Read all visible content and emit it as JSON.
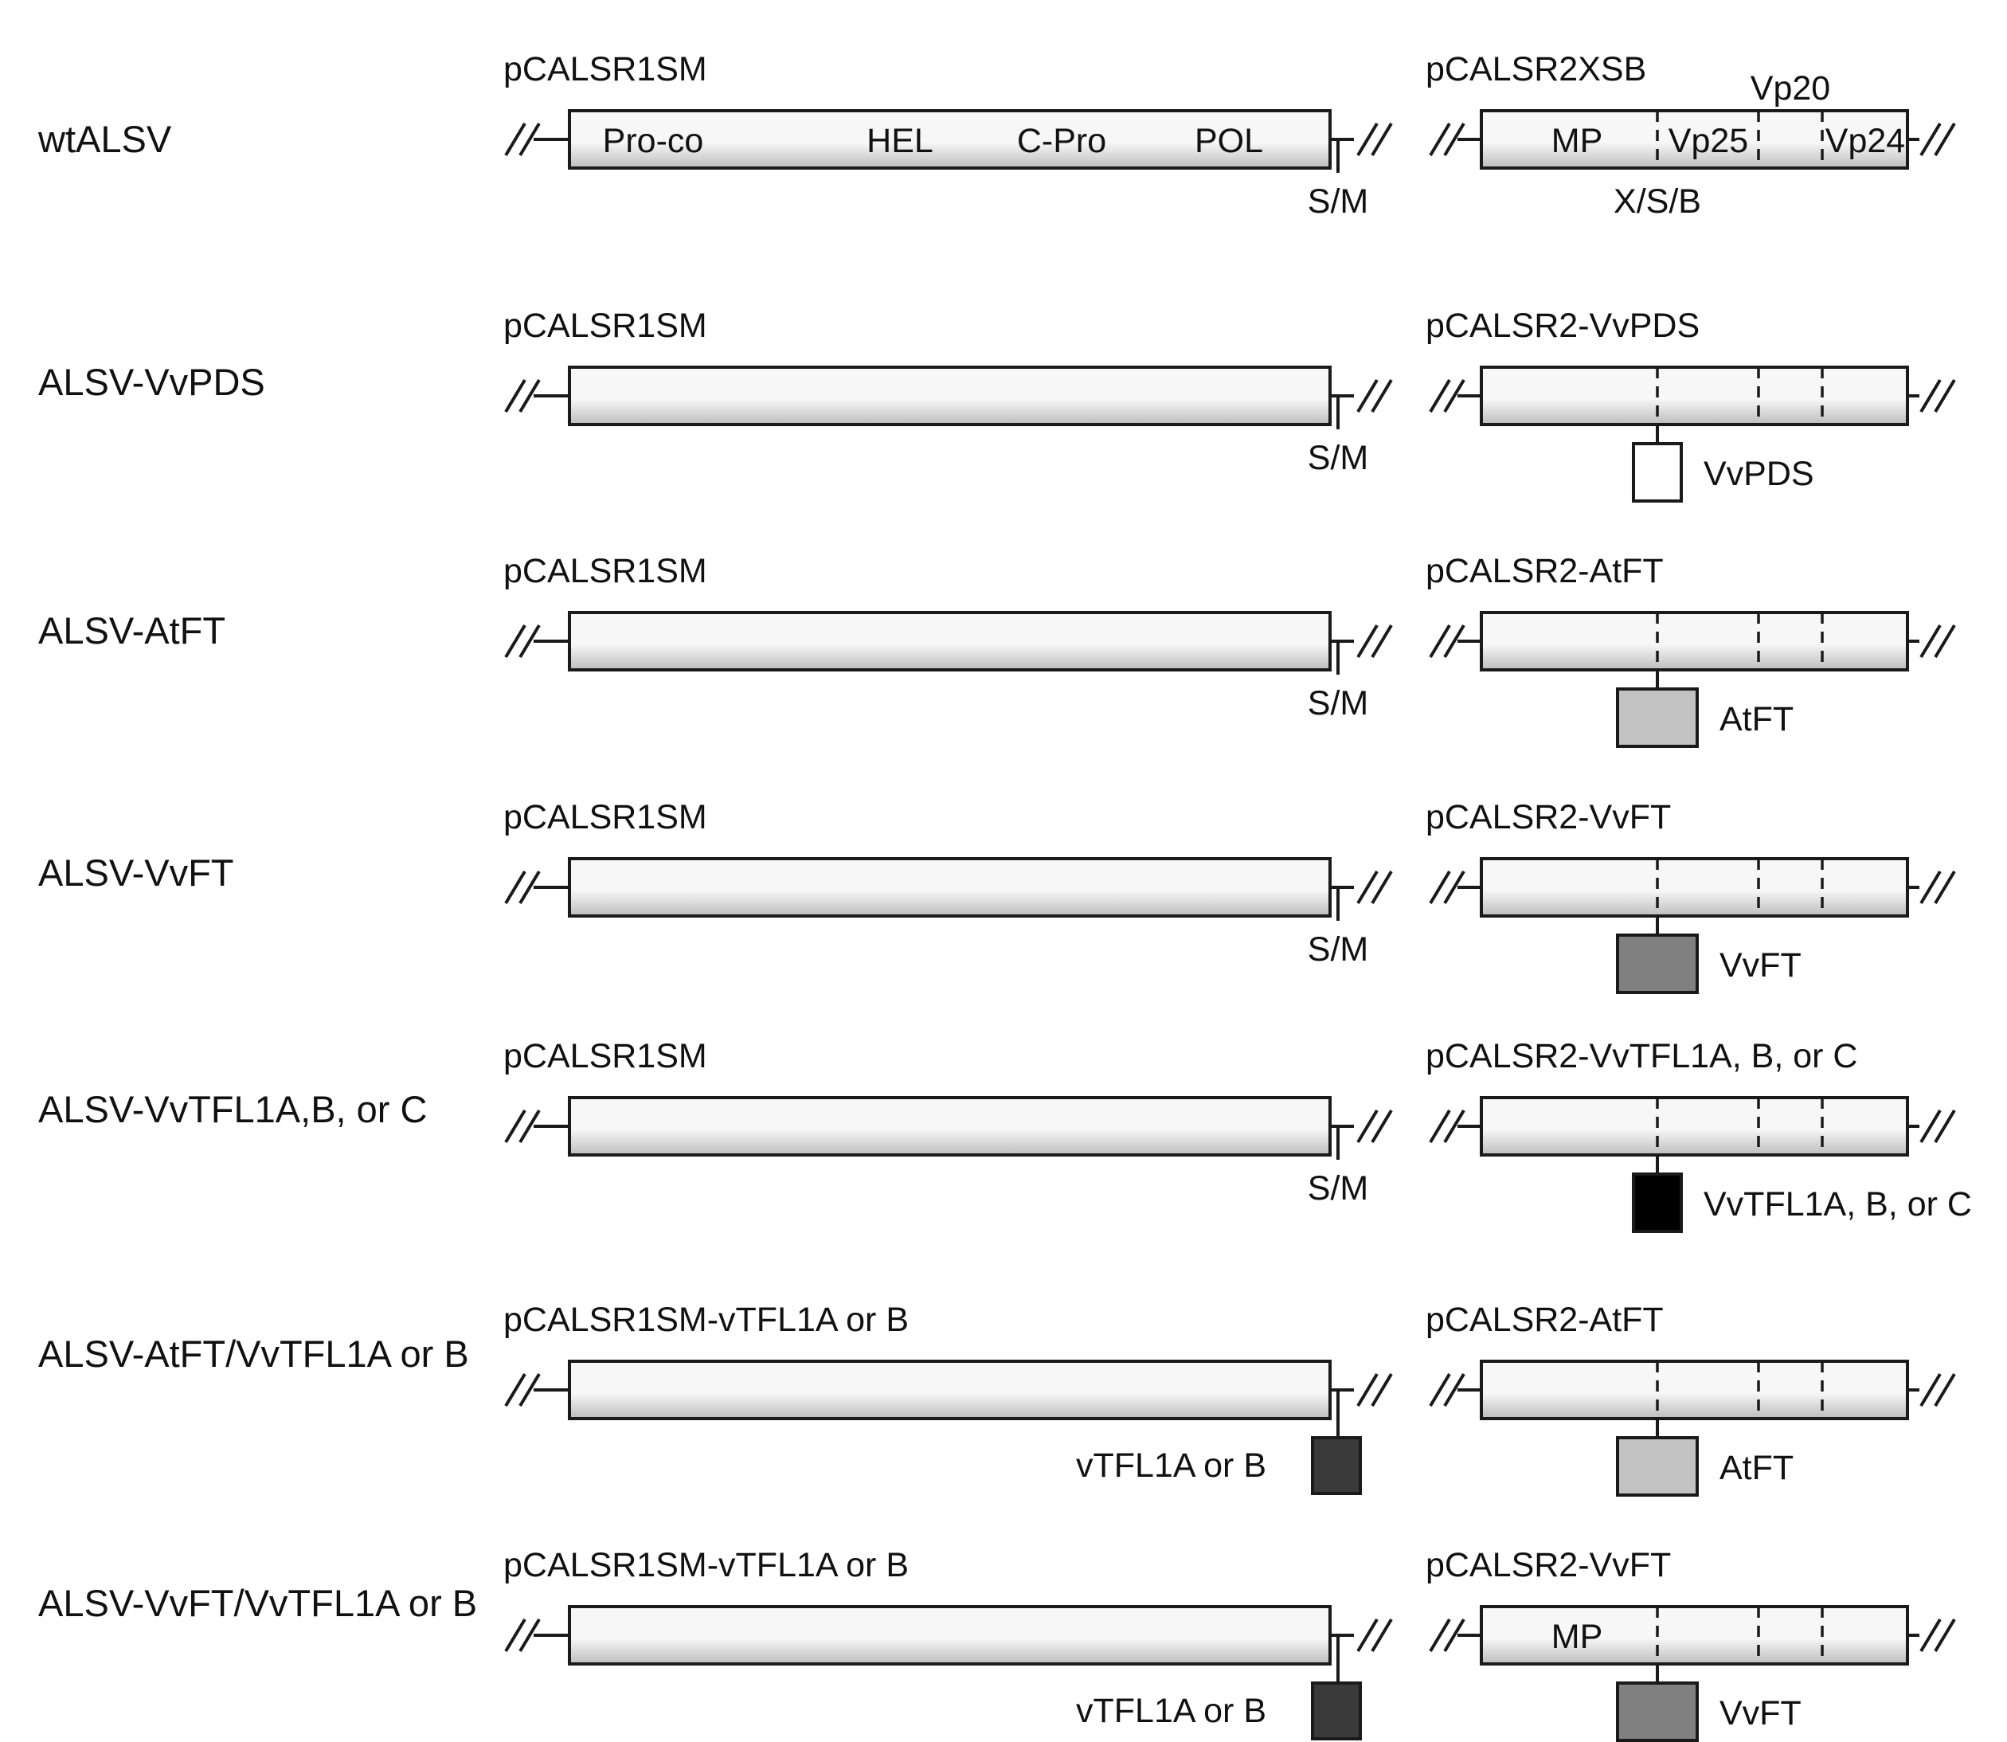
{
  "colors": {
    "insert_vvpds": "#ffffff",
    "insert_atft": "#c2c2c2",
    "insert_vvft": "#808080",
    "insert_vvtfl1": "#000000",
    "insert_vtfl1_rna1": "#3a3a3a",
    "bar_light": "#f7f7f7",
    "bar_dark": "#bdbdbd"
  },
  "rows": [
    {
      "label": "wtALSV",
      "rna1": {
        "plasmid": "pCALSR1SM",
        "domains": [
          "Pro-co",
          "HEL",
          "C-Pro",
          "POL"
        ],
        "site_label": "S/M",
        "insert": null
      },
      "rna2": {
        "plasmid": "pCALSR2XSB",
        "domains": [
          "MP",
          "Vp25",
          "Vp24"
        ],
        "extra_label": "Vp20",
        "site_label": "X/S/B",
        "insert": null
      }
    },
    {
      "label": "ALSV-VvPDS",
      "rna1": {
        "plasmid": "pCALSR1SM",
        "site_label": "S/M",
        "insert": null
      },
      "rna2": {
        "plasmid": "pCALSR2-VvPDS",
        "insert": {
          "label": "VvPDS",
          "color": "insert_vvpds"
        }
      }
    },
    {
      "label": "ALSV-AtFT",
      "rna1": {
        "plasmid": "pCALSR1SM",
        "site_label": "S/M",
        "insert": null
      },
      "rna2": {
        "plasmid": "pCALSR2-AtFT",
        "insert": {
          "label": "AtFT",
          "color": "insert_atft"
        }
      }
    },
    {
      "label": "ALSV-VvFT",
      "rna1": {
        "plasmid": "pCALSR1SM",
        "site_label": "S/M",
        "insert": null
      },
      "rna2": {
        "plasmid": "pCALSR2-VvFT",
        "insert": {
          "label": "VvFT",
          "color": "insert_vvft"
        }
      }
    },
    {
      "label": "ALSV-VvTFL1A,B, or C",
      "rna1": {
        "plasmid": "pCALSR1SM",
        "site_label": "S/M",
        "insert": null
      },
      "rna2": {
        "plasmid": "pCALSR2-VvTFL1A, B, or C",
        "insert": {
          "label": "VvTFL1A, B, or C",
          "color": "insert_vvtfl1"
        }
      }
    },
    {
      "label": "ALSV-AtFT/VvTFL1A or B",
      "rna1": {
        "plasmid": "pCALSR1SM-vTFL1A or B",
        "insert": {
          "label": "vTFL1A or B",
          "color": "insert_vtfl1_rna1"
        }
      },
      "rna2": {
        "plasmid": "pCALSR2-AtFT",
        "insert": {
          "label": "AtFT",
          "color": "insert_atft"
        }
      }
    },
    {
      "label": "ALSV-VvFT/VvTFL1A or B",
      "rna1": {
        "plasmid": "pCALSR1SM-vTFL1A or B",
        "insert": {
          "label": "vTFL1A or B",
          "color": "insert_vtfl1_rna1"
        }
      },
      "rna2": {
        "plasmid": "pCALSR2-VvFT",
        "domains": [
          "MP"
        ],
        "insert": {
          "label": "VvFT",
          "color": "insert_vvft"
        }
      }
    }
  ]
}
